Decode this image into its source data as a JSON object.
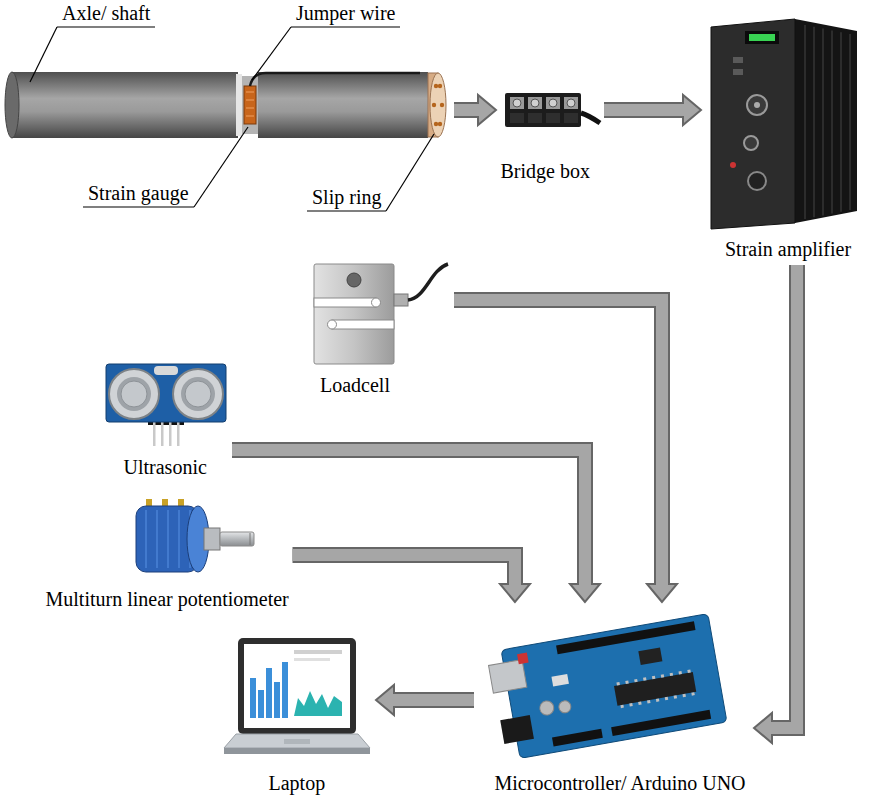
{
  "diagram": {
    "nodes": [
      {
        "text": [
          "Axle/ shaft",
          "Jumper wire",
          "Strain gauge",
          "Slip ring"
        ]
      },
      {
        "text": [
          "Bridge box"
        ]
      },
      {
        "text": [
          "Strain amplifier"
        ]
      },
      {
        "text": [
          "Loadcell"
        ]
      },
      {
        "text": [
          "Ultrasonic"
        ]
      },
      {
        "text": [
          "Multiturn linear potentiometer"
        ]
      },
      {
        "text": [
          "Laptop"
        ]
      },
      {
        "text": [
          "Microcontroller/ Arduino UNO"
        ]
      }
    ],
    "edges": [
      {
        "from": 0,
        "to": 1,
        "arrow": "to"
      },
      {
        "from": 1,
        "to": 2,
        "arrow": "to"
      },
      {
        "from": 2,
        "to": 7,
        "arrow": "to"
      },
      {
        "from": 3,
        "to": 7,
        "arrow": "to"
      },
      {
        "from": 4,
        "to": 7,
        "arrow": "to"
      },
      {
        "from": 5,
        "to": 7,
        "arrow": "to"
      },
      {
        "from": 7,
        "to": 6,
        "arrow": "to"
      }
    ]
  }
}
